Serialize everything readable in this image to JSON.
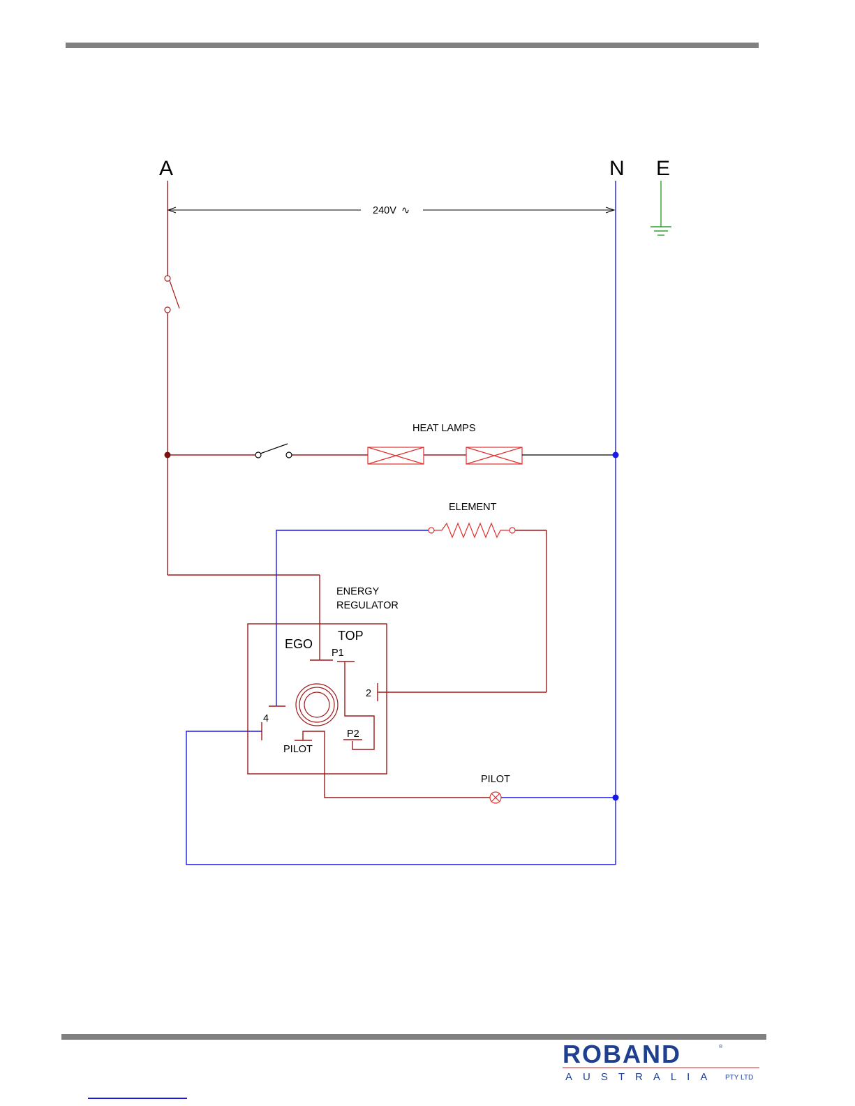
{
  "terminals": {
    "active": "A",
    "neutral": "N",
    "earth": "E"
  },
  "supply": {
    "label": "240V",
    "symbol": "∿"
  },
  "components": {
    "heat_lamps": "HEAT LAMPS",
    "element": "ELEMENT",
    "energy_regulator": {
      "line1": "ENERGY",
      "line2": "REGULATOR"
    },
    "pilot": "PILOT"
  },
  "regulator_box": {
    "brand": "EGO",
    "orientation": "TOP",
    "pins": {
      "p1": "P1",
      "p2": "P2",
      "t2": "2",
      "t4": "4",
      "pilot": "PILOT"
    }
  },
  "logo": {
    "name": "ROBAND",
    "reg": "®",
    "country": "AUSTRALIA",
    "suffix": "PTY LTD"
  },
  "colors": {
    "active": "#a01818",
    "neutral": "#1a1ae6",
    "earth": "#2ca02c",
    "rule": "#808080",
    "brand": "#1f3f8f"
  }
}
